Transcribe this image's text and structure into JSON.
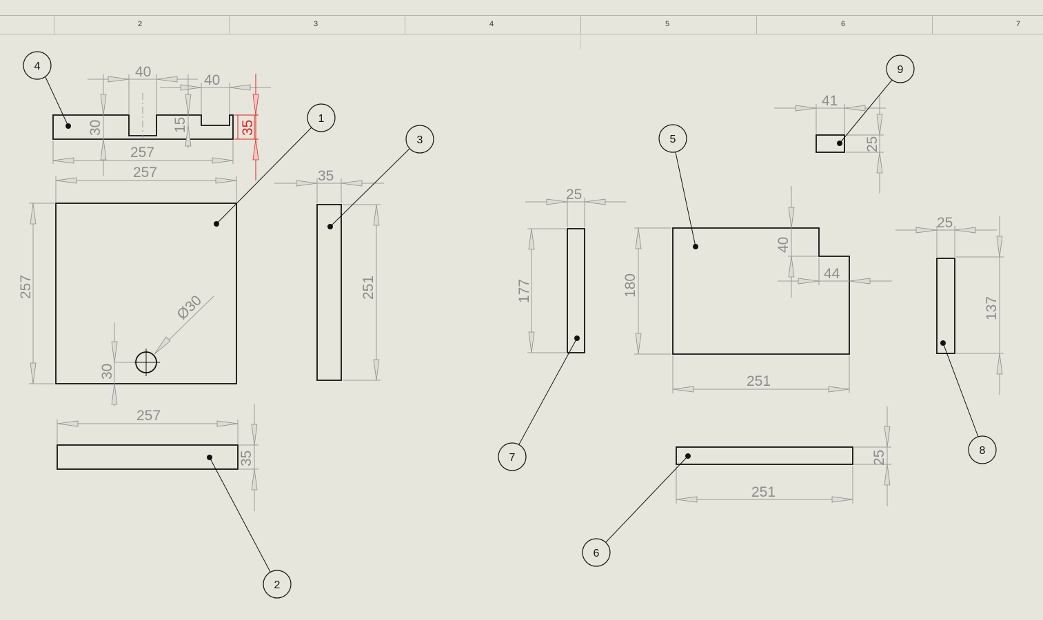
{
  "ruler": {
    "zones": [
      "2",
      "3",
      "4",
      "5",
      "6",
      "7"
    ]
  },
  "dimensions": {
    "p4_slot_width_1": "40",
    "p4_slot_width_2": "40",
    "p4_height": "30",
    "p4_slot_depth": "15",
    "p4_total_height_red": "35",
    "p4_length": "257",
    "p1_width": "257",
    "p1_height": "257",
    "p1_hole_dia": "Ø30",
    "p1_hole_offset": "30",
    "p2_length": "257",
    "p2_height": "35",
    "p3_width": "35",
    "p3_height": "251",
    "p7_width": "25",
    "p7_height": "177",
    "p5_height": "180",
    "p5_notch_depth": "40",
    "p5_notch_width": "44",
    "p5_length": "251",
    "p9_width": "41",
    "p9_height": "25",
    "p8_width": "25",
    "p8_height": "137",
    "p6_height": "25",
    "p6_length": "251"
  },
  "balloons": {
    "b1": "1",
    "b2": "2",
    "b3": "3",
    "b4": "4",
    "b5": "5",
    "b6": "6",
    "b7": "7",
    "b8": "8",
    "b9": "9"
  }
}
